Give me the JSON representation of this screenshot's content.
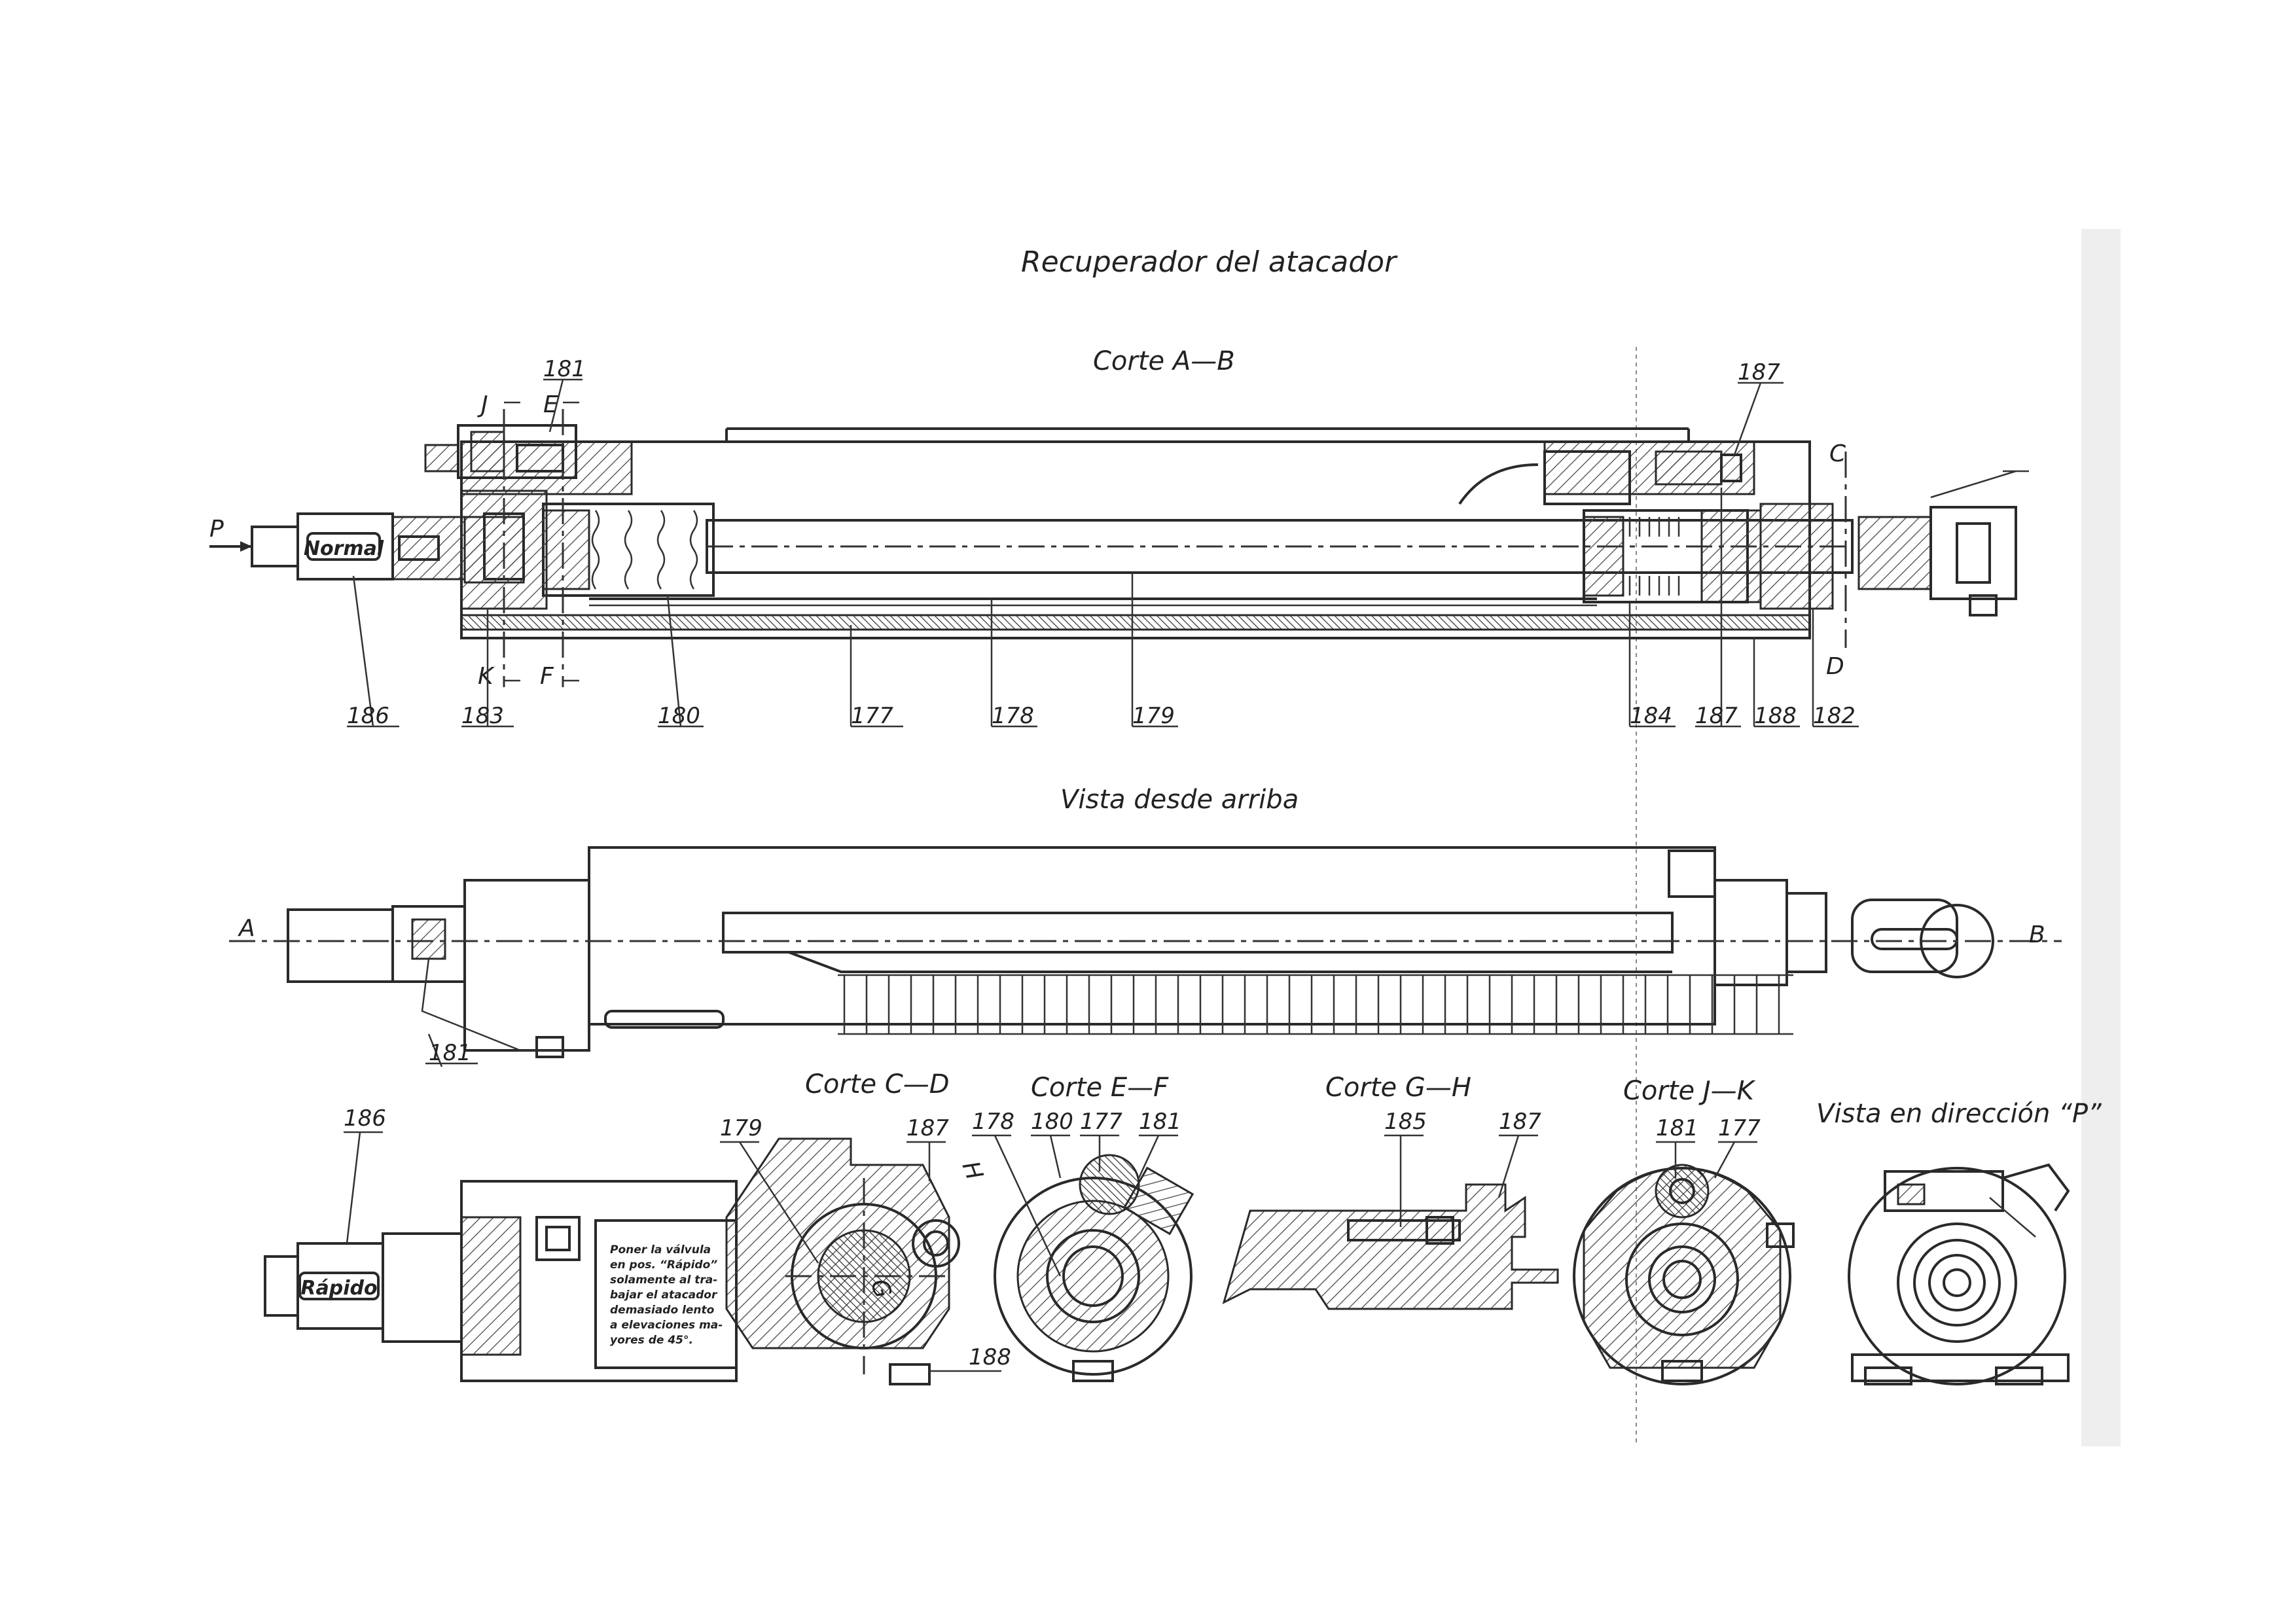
{
  "title": "Recuperador del atacador",
  "views": {
    "main_section": "Corte A—B",
    "top_view": "Vista desde arriba",
    "section_cd": "Corte C—D",
    "section_ef": "Corte E—F",
    "section_gh": "Corte G—H",
    "section_jk": "Corte J—K",
    "view_p": "Vista en dirección “P”"
  },
  "valve_labels": {
    "normal": "Normal",
    "rapid": "Rápido"
  },
  "note_lines": [
    "Poner la válvula",
    "en pos. “Rápido”",
    "solamente al tra-",
    "bajar el atacador",
    "demasiado lento",
    "a elevaciones ma-",
    "yores de 45°."
  ],
  "cut_letters": {
    "P": "P",
    "A": "A",
    "B": "B",
    "C": "C",
    "D": "D",
    "E": "E",
    "F": "F",
    "J": "J",
    "K": "K",
    "G": "G",
    "H": "H"
  },
  "callouts": {
    "main_top": [
      "181",
      "187"
    ],
    "main_bottom": [
      "186",
      "183",
      "180",
      "177",
      "178",
      "179",
      "184",
      "187",
      "188",
      "182"
    ],
    "top_view": [
      "181"
    ],
    "valve_view": [
      "186"
    ],
    "section_cd": [
      "179",
      "187",
      "188"
    ],
    "section_ef": [
      "178",
      "180",
      "177",
      "181"
    ],
    "section_gh": [
      "185",
      "187"
    ],
    "section_jk": [
      "181",
      "177"
    ]
  }
}
